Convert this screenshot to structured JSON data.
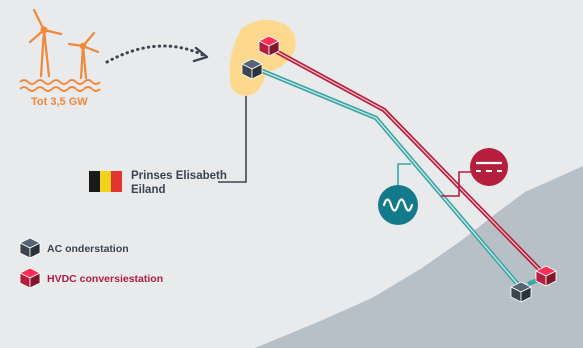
{
  "wind": {
    "capacity_label": "Tot 3,5 GW",
    "color": "#f0883a"
  },
  "island": {
    "name_line1": "Prinses Elisabeth",
    "name_line2": "Eiland",
    "highlight_color": "#fcd98c",
    "flag_colors": [
      "#1a1a1a",
      "#f3d21c",
      "#e03531"
    ]
  },
  "cable": {
    "ac_color": "#3fa7a5",
    "dc_color": "#b51f3d",
    "ac_icon": "sine-wave-icon",
    "dc_icon": "direct-current-icon"
  },
  "legend": {
    "ac_label": "AC onderstation",
    "hvdc_label": "HVDC conversiestation",
    "ac_color": "#3b4550",
    "hvdc_color": "#b01e44"
  }
}
